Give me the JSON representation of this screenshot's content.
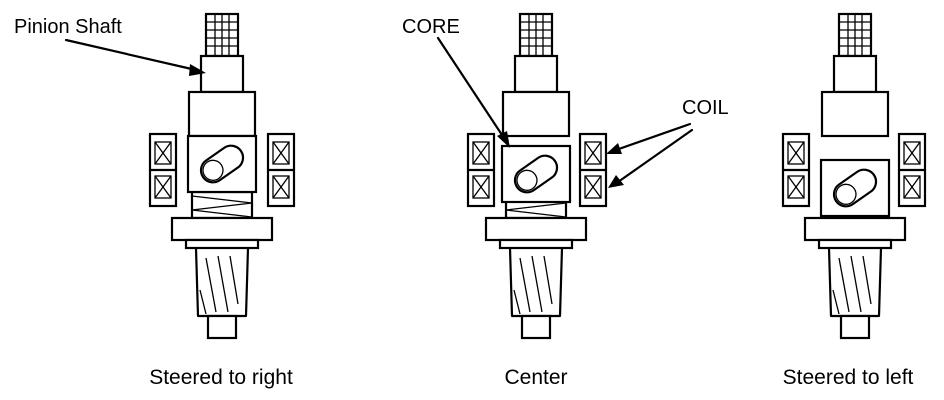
{
  "labels": {
    "pinion_shaft": "Pinion Shaft",
    "core": "CORE",
    "coil": "COIL"
  },
  "captions": {
    "right": "Steered to right",
    "center": "Center",
    "left": "Steered to left"
  },
  "colors": {
    "line": "#000000",
    "background": "#ffffff"
  }
}
